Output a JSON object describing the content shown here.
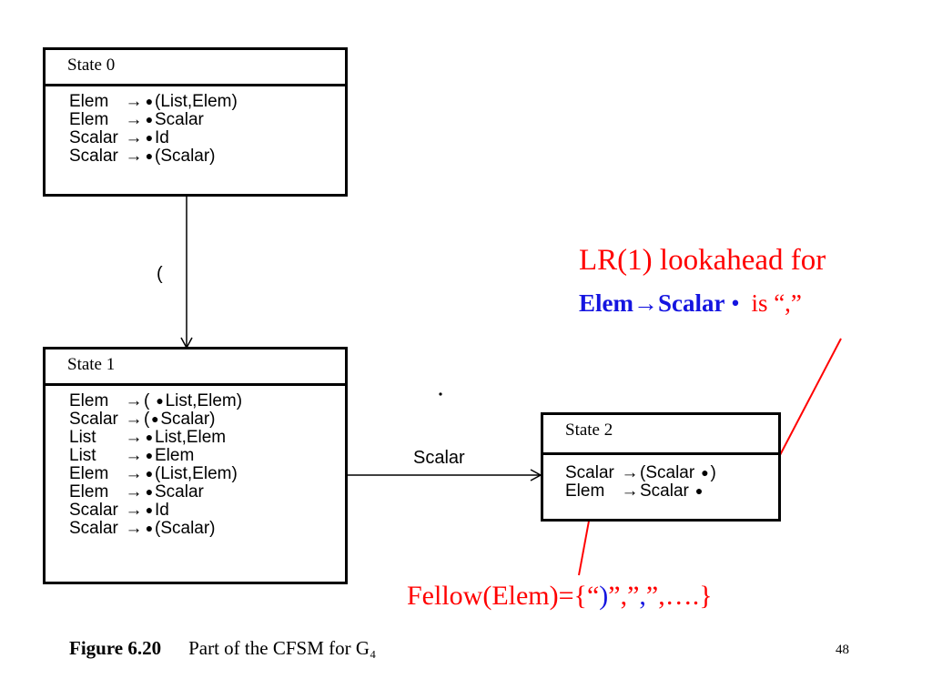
{
  "states": [
    {
      "title": "State 0",
      "items": [
        {
          "lhs": "Elem",
          "pre": "",
          "post": "(List,Elem)"
        },
        {
          "lhs": "Elem",
          "pre": "",
          "post": "Scalar"
        },
        {
          "lhs": "Scalar",
          "pre": "",
          "post": "Id"
        },
        {
          "lhs": "Scalar",
          "pre": "",
          "post": "(Scalar)"
        }
      ]
    },
    {
      "title": "State 1",
      "items": [
        {
          "lhs": "Elem",
          "pre": "( ",
          "post": "List,Elem)"
        },
        {
          "lhs": "Scalar",
          "pre": "(",
          "post": "Scalar)"
        },
        {
          "lhs": "List",
          "pre": "",
          "post": "List,Elem"
        },
        {
          "lhs": "List",
          "pre": "",
          "post": "Elem"
        },
        {
          "lhs": "Elem",
          "pre": "",
          "post": "(List,Elem)"
        },
        {
          "lhs": "Elem",
          "pre": "",
          "post": "Scalar"
        },
        {
          "lhs": "Scalar",
          "pre": "",
          "post": "Id"
        },
        {
          "lhs": "Scalar",
          "pre": "",
          "post": "(Scalar)"
        }
      ]
    },
    {
      "title": "State 2",
      "items": [
        {
          "lhs": "Scalar",
          "pre": "(Scalar ",
          "post": ")"
        },
        {
          "lhs": "Elem",
          "pre": "Scalar ",
          "post": ""
        }
      ]
    }
  ],
  "symbols": {
    "arrow": "→",
    "dot": "●"
  },
  "transitions": {
    "t01": "(",
    "t12": "Scalar"
  },
  "annotation_lr1": {
    "line1": "LR(1) lookahead for",
    "item": "Elem→Scalar",
    "dot": "•",
    "tail": "is “,”"
  },
  "annotation_fellow": {
    "prefix": "Fellow(Elem)={“",
    "paren": ")",
    "q1": "”,”",
    "comma": ",",
    "rest": "”,….}"
  },
  "caption": {
    "label": "Figure 6.20",
    "text": "Part of the CFSM for G₄"
  },
  "page_number": "48",
  "colors": {
    "annotation": "#ff0000",
    "highlight": "#1515e0"
  }
}
